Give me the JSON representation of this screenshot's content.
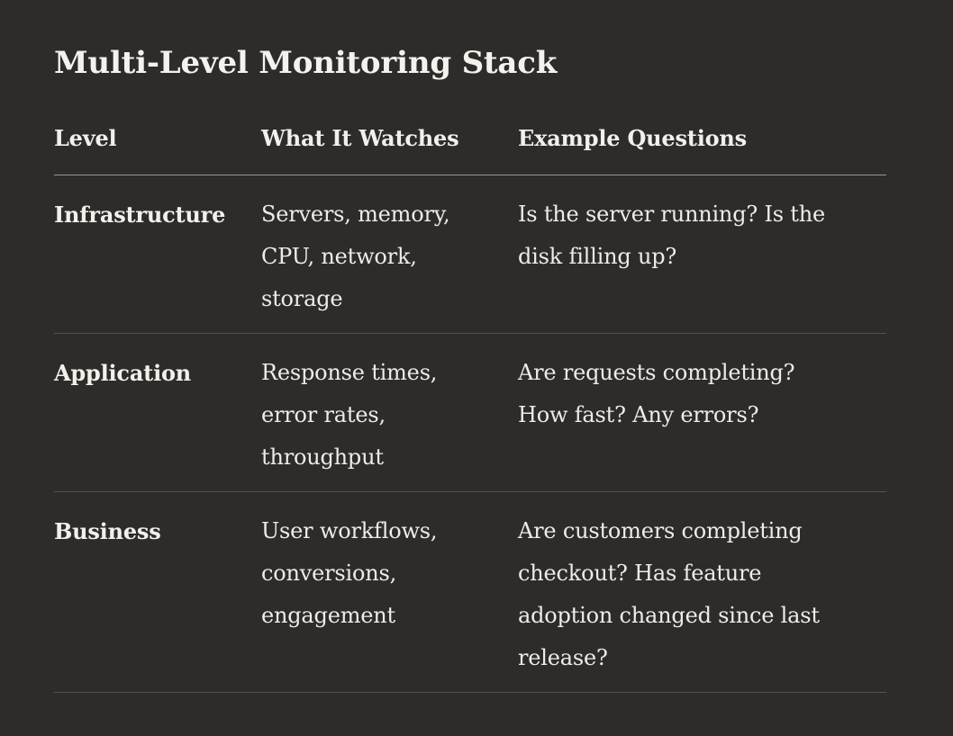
{
  "title": "Multi-Level Monitoring Stack",
  "colors": {
    "background": "#2e2c2a",
    "text": "#f1eee9",
    "header_divider": "#98968f",
    "row_divider": "#56534e"
  },
  "table": {
    "columns": [
      "Level",
      "What It Watches",
      "Example Questions"
    ],
    "rows": [
      {
        "level": "Infrastructure",
        "watches": "Servers, memory,\nCPU, network,\nstorage",
        "questions": "Is the server running? Is the\ndisk filling up?"
      },
      {
        "level": "Application",
        "watches": "Response times,\nerror rates,\nthroughput",
        "questions": "Are requests completing?\nHow fast? Any errors?"
      },
      {
        "level": "Business",
        "watches": "User workflows,\nconversions,\nengagement",
        "questions": "Are customers completing\ncheckout? Has feature\nadoption changed since last\nrelease?"
      }
    ]
  }
}
